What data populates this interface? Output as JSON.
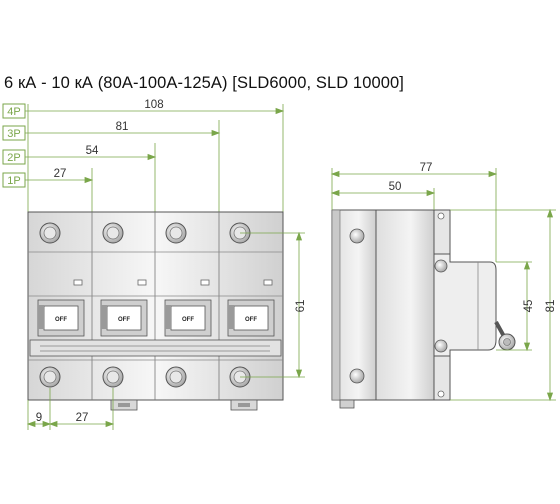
{
  "title": "6 кА - 10 кА (80А-100А-125А) [SLD6000, SLD 10000]",
  "colors": {
    "dimension": "#7aa64a",
    "outline": "#555555",
    "body_light": "#f2f2f2",
    "body_mid": "#dcdcdc",
    "body_dark": "#b9b9b9"
  },
  "pole_labels": [
    "4P",
    "3P",
    "2P",
    "1P"
  ],
  "front_dims": {
    "w4": "108",
    "w3": "81",
    "w2": "54",
    "w1": "27",
    "left_offset": "9",
    "pitch": "27",
    "height": "61"
  },
  "side_dims": {
    "depth_total": "77",
    "depth_front": "50",
    "height_front": "45",
    "height_total": "81"
  },
  "handle_label": "OFF"
}
